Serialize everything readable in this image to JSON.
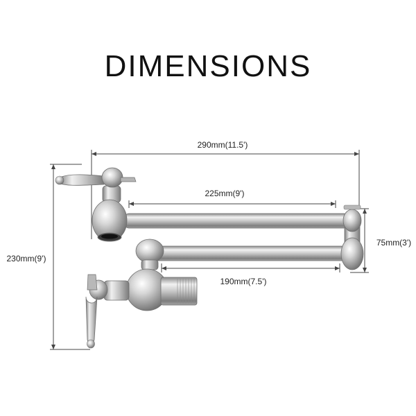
{
  "title": "DIMENSIONS",
  "dimensions": {
    "overall_width": "290mm(11.5')",
    "upper_arm": "225mm(9')",
    "lower_arm": "190mm(7.5')",
    "elbow_height": "75mm(3')",
    "overall_height": "230mm(9')"
  },
  "colors": {
    "metal_light": "#f0f0f0",
    "metal_mid": "#c9c9c9",
    "metal_dark": "#8c8c8c",
    "line": "#444444"
  }
}
